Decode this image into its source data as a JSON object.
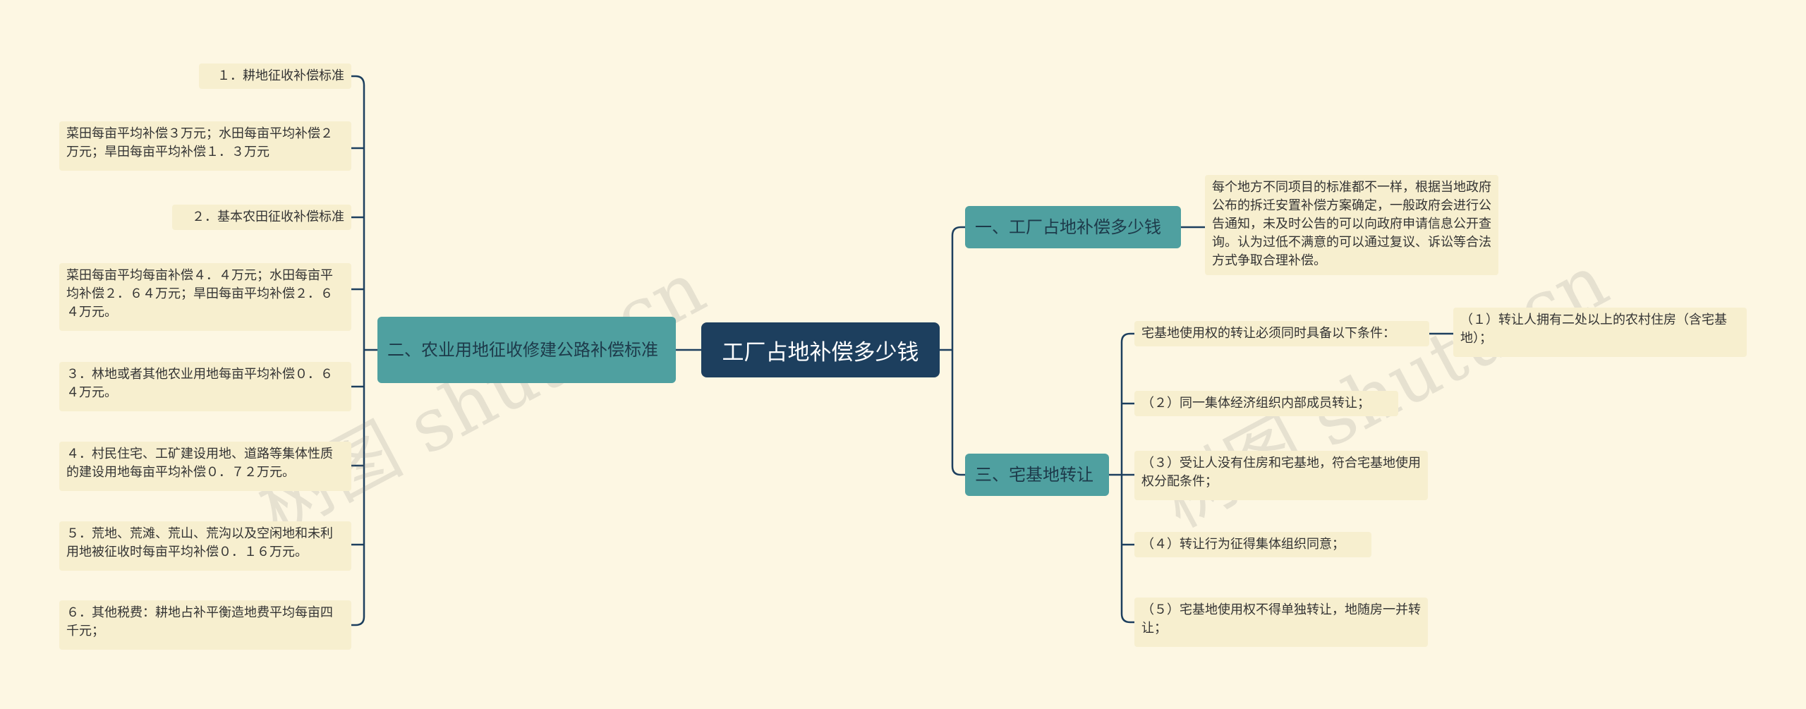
{
  "root": {
    "label": "工厂占地补偿多少钱"
  },
  "left_branch": {
    "label": "二、农业用地征收修建公路补偿标准",
    "items": [
      "１．耕地征收补偿标准",
      "菜田每亩平均补偿３万元；水田每亩平均补偿２万元；旱田每亩平均补偿１．３万元",
      "２．基本农田征收补偿标准",
      "菜田每亩平均每亩补偿４．４万元；水田每亩平均补偿２．６４万元；旱田每亩平均补偿２．６４万元。",
      "３．林地或者其他农业用地每亩平均补偿０．６４万元。",
      "４．村民住宅、工矿建设用地、道路等集体性质的建设用地每亩平均补偿０．７２万元。",
      "５．荒地、荒滩、荒山、荒沟以及空闲地和未利用地被征收时每亩平均补偿０．１６万元。",
      "６．其他税费：耕地占补平衡造地费平均每亩四千元；"
    ]
  },
  "right_branch_1": {
    "label": "一、工厂占地补偿多少钱",
    "items": [
      "每个地方不同项目的标准都不一样，根据当地政府公布的拆迁安置补偿方案确定，一般政府会进行公告通知，未及时公告的可以向政府申请信息公开查询。认为过低不满意的可以通过复议、诉讼等合法方式争取合理补偿。"
    ]
  },
  "right_branch_2": {
    "label": "三、宅基地转让",
    "items": [
      "宅基地使用权的转让必须同时具备以下条件：",
      "（２）同一集体经济组织内部成员转让；",
      "（３）受让人没有住房和宅基地，符合宅基地使用权分配条件；",
      "（４）转让行为征得集体组织同意；",
      "（５）宅基地使用权不得单独转让，地随房一并转让；"
    ],
    "sub_item": "（１）转让人拥有二处以上的农村住房（含宅基地）；"
  },
  "watermark": {
    "text": "树图 shutu.cn"
  },
  "colors": {
    "background": "#fdf7e3",
    "root": "#1d3f5e",
    "branch": "#4fa0a0",
    "leaf": "#f7efcf",
    "line": "#1d3f5e"
  }
}
